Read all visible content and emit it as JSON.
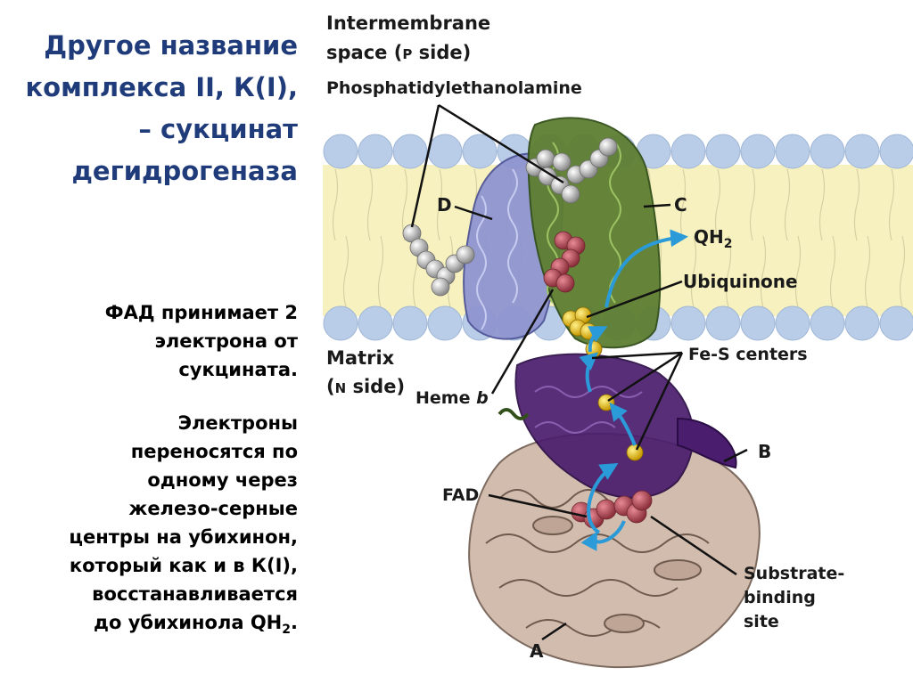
{
  "title_lines": [
    "Другое название",
    "комплекса II, К(I),",
    "– сукцинат",
    "дегидрогеназа"
  ],
  "paragraph1_lines": [
    "ФАД принимает 2",
    "электрона от",
    "сукцината."
  ],
  "paragraph2_lines": [
    "Электроны",
    "переносятся по",
    "одному через",
    "железо-серные",
    "центры на убихинон,",
    "который как и в К(I),",
    "восстанавливается",
    "до убихинола QH",
    "2",
    "."
  ],
  "diagram": {
    "intermembrane_1": "Intermembrane",
    "intermembrane_2a": "space (",
    "intermembrane_2b": "P",
    "intermembrane_2c": " side)",
    "phosphatidyl": "Phosphatidylethanolamine",
    "label_d": "D",
    "label_c": "C",
    "qh2_main": "QH",
    "qh2_sub": "2",
    "ubiquinone": "Ubiquinone",
    "matrix_1": "Matrix",
    "matrix_2a": "(",
    "matrix_2b": "N",
    "matrix_2c": " side)",
    "fes_centers": "Fe-S centers",
    "heme_a": "Heme ",
    "heme_b": "b",
    "label_b": "B",
    "fad": "FAD",
    "substrate_1": "Substrate-",
    "substrate_2": "binding",
    "substrate_3": "site",
    "label_a": "A"
  },
  "colors": {
    "title": "#1f3b7a",
    "membrane_head": "#b9cde8",
    "membrane_core": "#f6f1be",
    "subunit_d": "#8f95d0",
    "subunit_c": "#5e7f32",
    "subunit_b": "#4b1d6e",
    "subunit_a": "#cdb5a5",
    "arrows": "#2a9ad8"
  }
}
